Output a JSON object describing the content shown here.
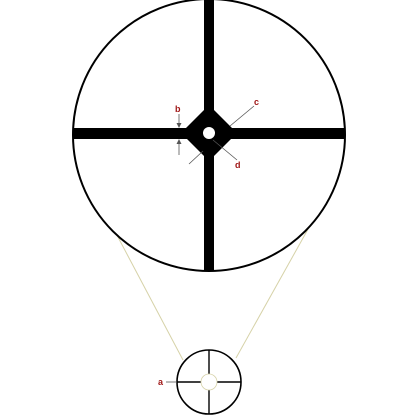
{
  "diagram": {
    "labels": {
      "a": "a",
      "b": "b",
      "c": "c",
      "d": "d"
    },
    "colors": {
      "ink": "#000000",
      "label": "#a01818",
      "leader": "#d6d2a8",
      "callout_line": "#555555",
      "background": "#ffffff"
    }
  }
}
